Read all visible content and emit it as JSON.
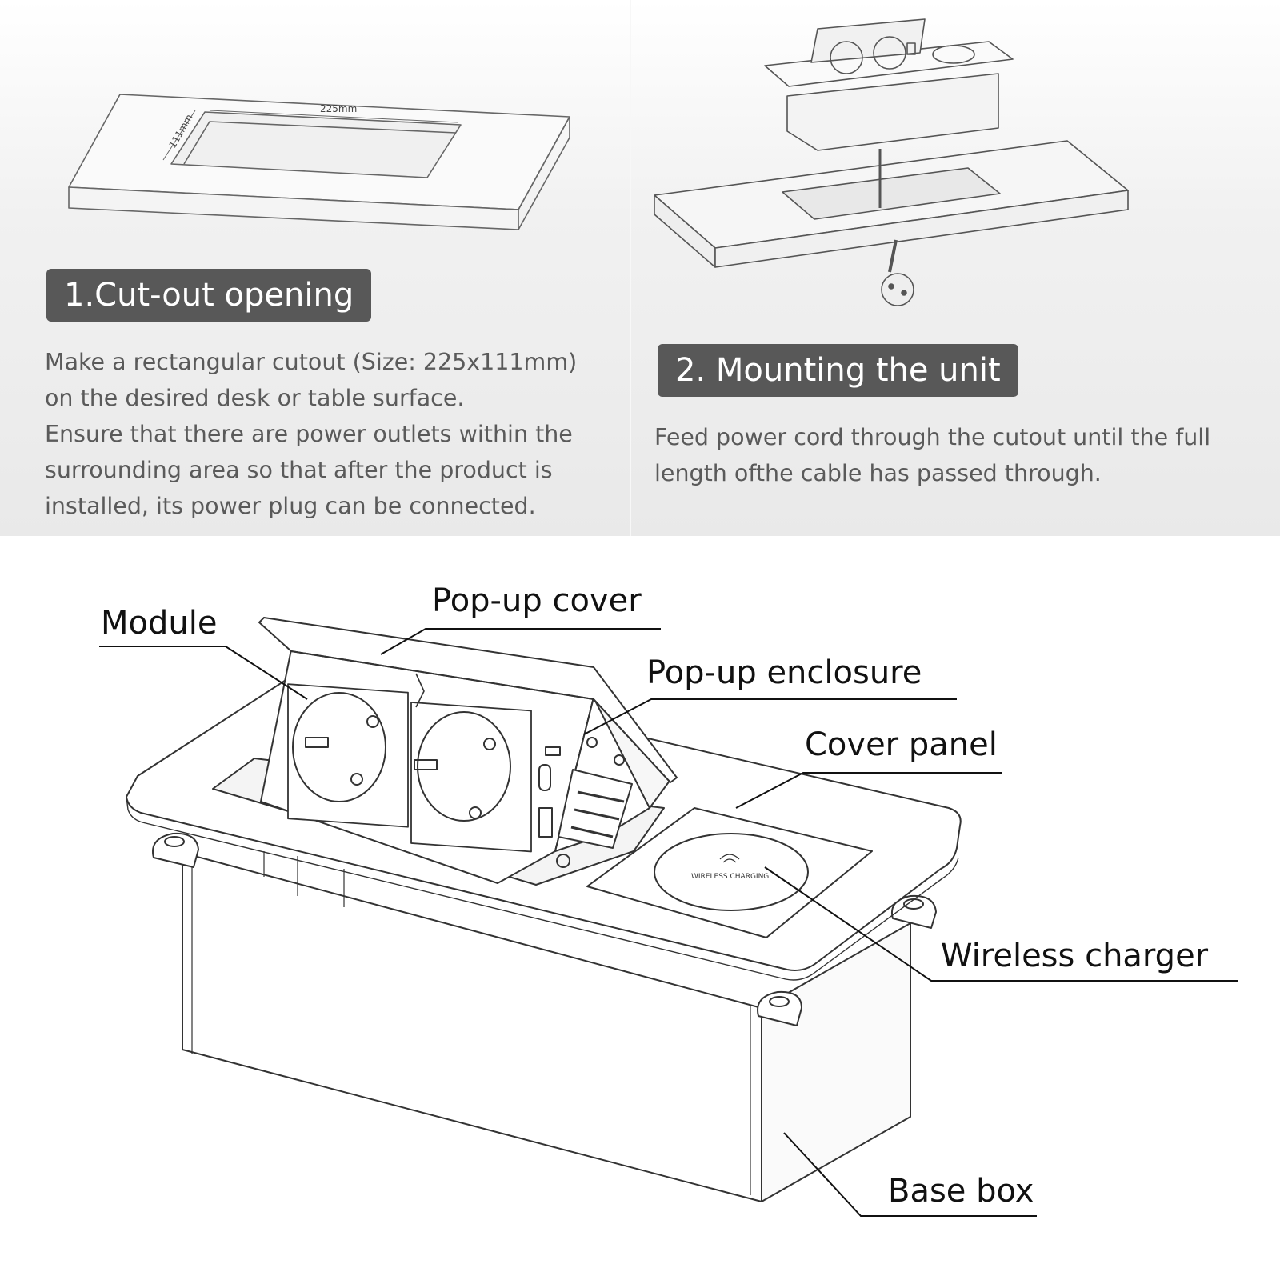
{
  "steps": [
    {
      "title": "1.Cut-out opening",
      "lines": [
        "Make a rectangular cutout (Size: 225x111mm)",
        "on the desired desk or table surface.",
        "Ensure that there are power outlets within the",
        "surrounding area so that after the product is",
        "installed, its power plug can be connected."
      ],
      "dim_width": "225mm",
      "dim_depth": "111mm"
    },
    {
      "title": "2. Mounting the unit",
      "lines": [
        "Feed power cord through the cutout until the full",
        "length ofthe cable has passed through."
      ]
    }
  ],
  "parts": {
    "module": "Module",
    "popup_cover": "Pop-up cover",
    "popup_enclosure": "Pop-up enclosure",
    "cover_panel": "Cover panel",
    "wireless_charger": "Wireless charger",
    "base_box": "Base box"
  },
  "colors": {
    "badge": "#585858",
    "body_text": "#5a5a5a",
    "line": "#333333"
  }
}
